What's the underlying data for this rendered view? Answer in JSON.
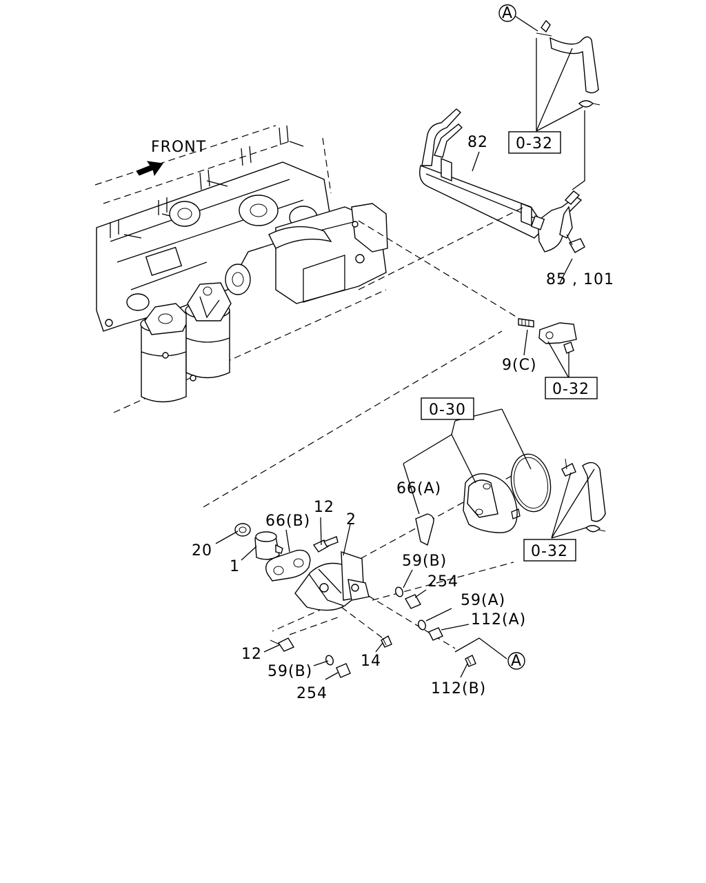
{
  "labels": {
    "front": "FRONT",
    "ref_a_top": "A",
    "ref_a_bottom": "A",
    "ref_0_32_top": "0-32",
    "ref_0_32_mid": "0-32",
    "ref_0_32_bottom": "0-32",
    "ref_0_30": "0-30",
    "p82": "82",
    "p85_101": "85 , 101",
    "p9c": "9(C)",
    "p66a": "66(A)",
    "p66b": "66(B)",
    "p12_top": "12",
    "p2": "2",
    "p20": "20",
    "p1": "1",
    "p59b_top": "59(B)",
    "p254_top": "254",
    "p59a": "59(A)",
    "p112a": "112(A)",
    "p12_bottom": "12",
    "p59b_bottom": "59(B)",
    "p14": "14",
    "p254_bottom": "254",
    "p112b": "112(B)"
  }
}
